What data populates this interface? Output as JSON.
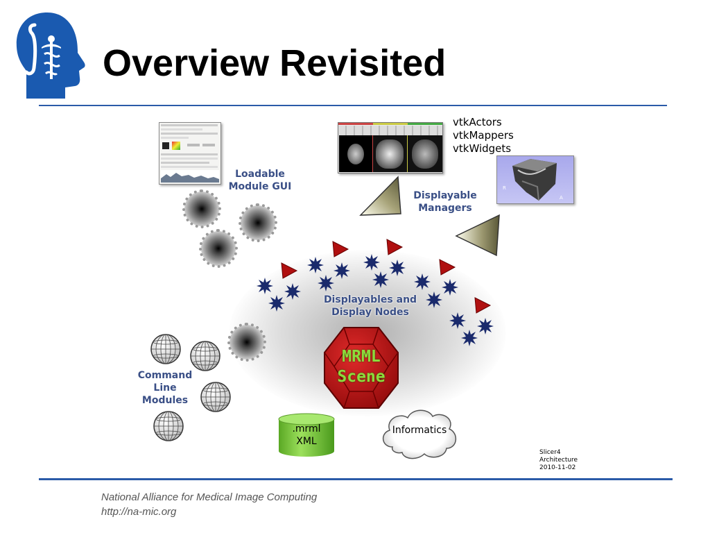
{
  "slide": {
    "title": "Overview Revisited",
    "footer_org": "National Alliance for Medical Image Computing",
    "footer_url": "http://na-mic.org"
  },
  "diagram": {
    "loadable_module_gui": [
      "Loadable",
      "Module GUI"
    ],
    "displayable_managers": [
      "Displayable",
      "Managers"
    ],
    "displayables_display_nodes": [
      "Displayables and",
      "Display Nodes"
    ],
    "command_line_modules": [
      "Command",
      "Line",
      "Modules"
    ],
    "vtk_items": [
      "vtkActors",
      "vtkMappers",
      "vtkWidgets"
    ],
    "mrml_scene": [
      "MRML",
      "Scene"
    ],
    "mrml_file": [
      ".mrml",
      "XML"
    ],
    "informatics": "Informatics",
    "version_note": [
      "Slicer4",
      "Architecture",
      "2010-11-02"
    ]
  },
  "colors": {
    "accent_blue": "#2a5aa8",
    "label_blue": "#3a4f86",
    "mrml_red": "#c81414",
    "mrml_text": "#8cdc3c",
    "xml_green": "#7cc83c",
    "star_navy": "#1a2a6c",
    "arrow_red": "#b01010",
    "logo_blue": "#1a5ab0"
  },
  "icons": [
    "slicer-head-logo",
    "gear-icon",
    "wire-sphere-icon",
    "star-node-icon",
    "triangle-marker-icon",
    "pyramid-icon",
    "cloud-icon",
    "cylinder-icon"
  ]
}
